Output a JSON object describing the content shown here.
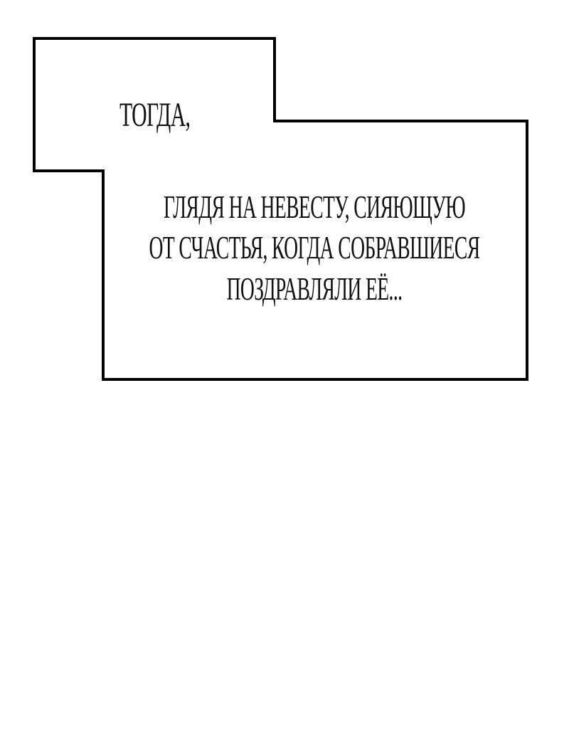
{
  "caption_box": {
    "intro": "ТОГДА,",
    "lines": [
      "ГЛЯДЯ НА НЕВЕСТУ, СИЯЮЩУЮ",
      "ОТ СЧАСТЬЯ, КОГДА СОБРАВШИЕСЯ",
      "ПОЗДРАВЛЯЛИ ЕЁ..."
    ],
    "border_color": "#000000",
    "background": "#ffffff"
  }
}
